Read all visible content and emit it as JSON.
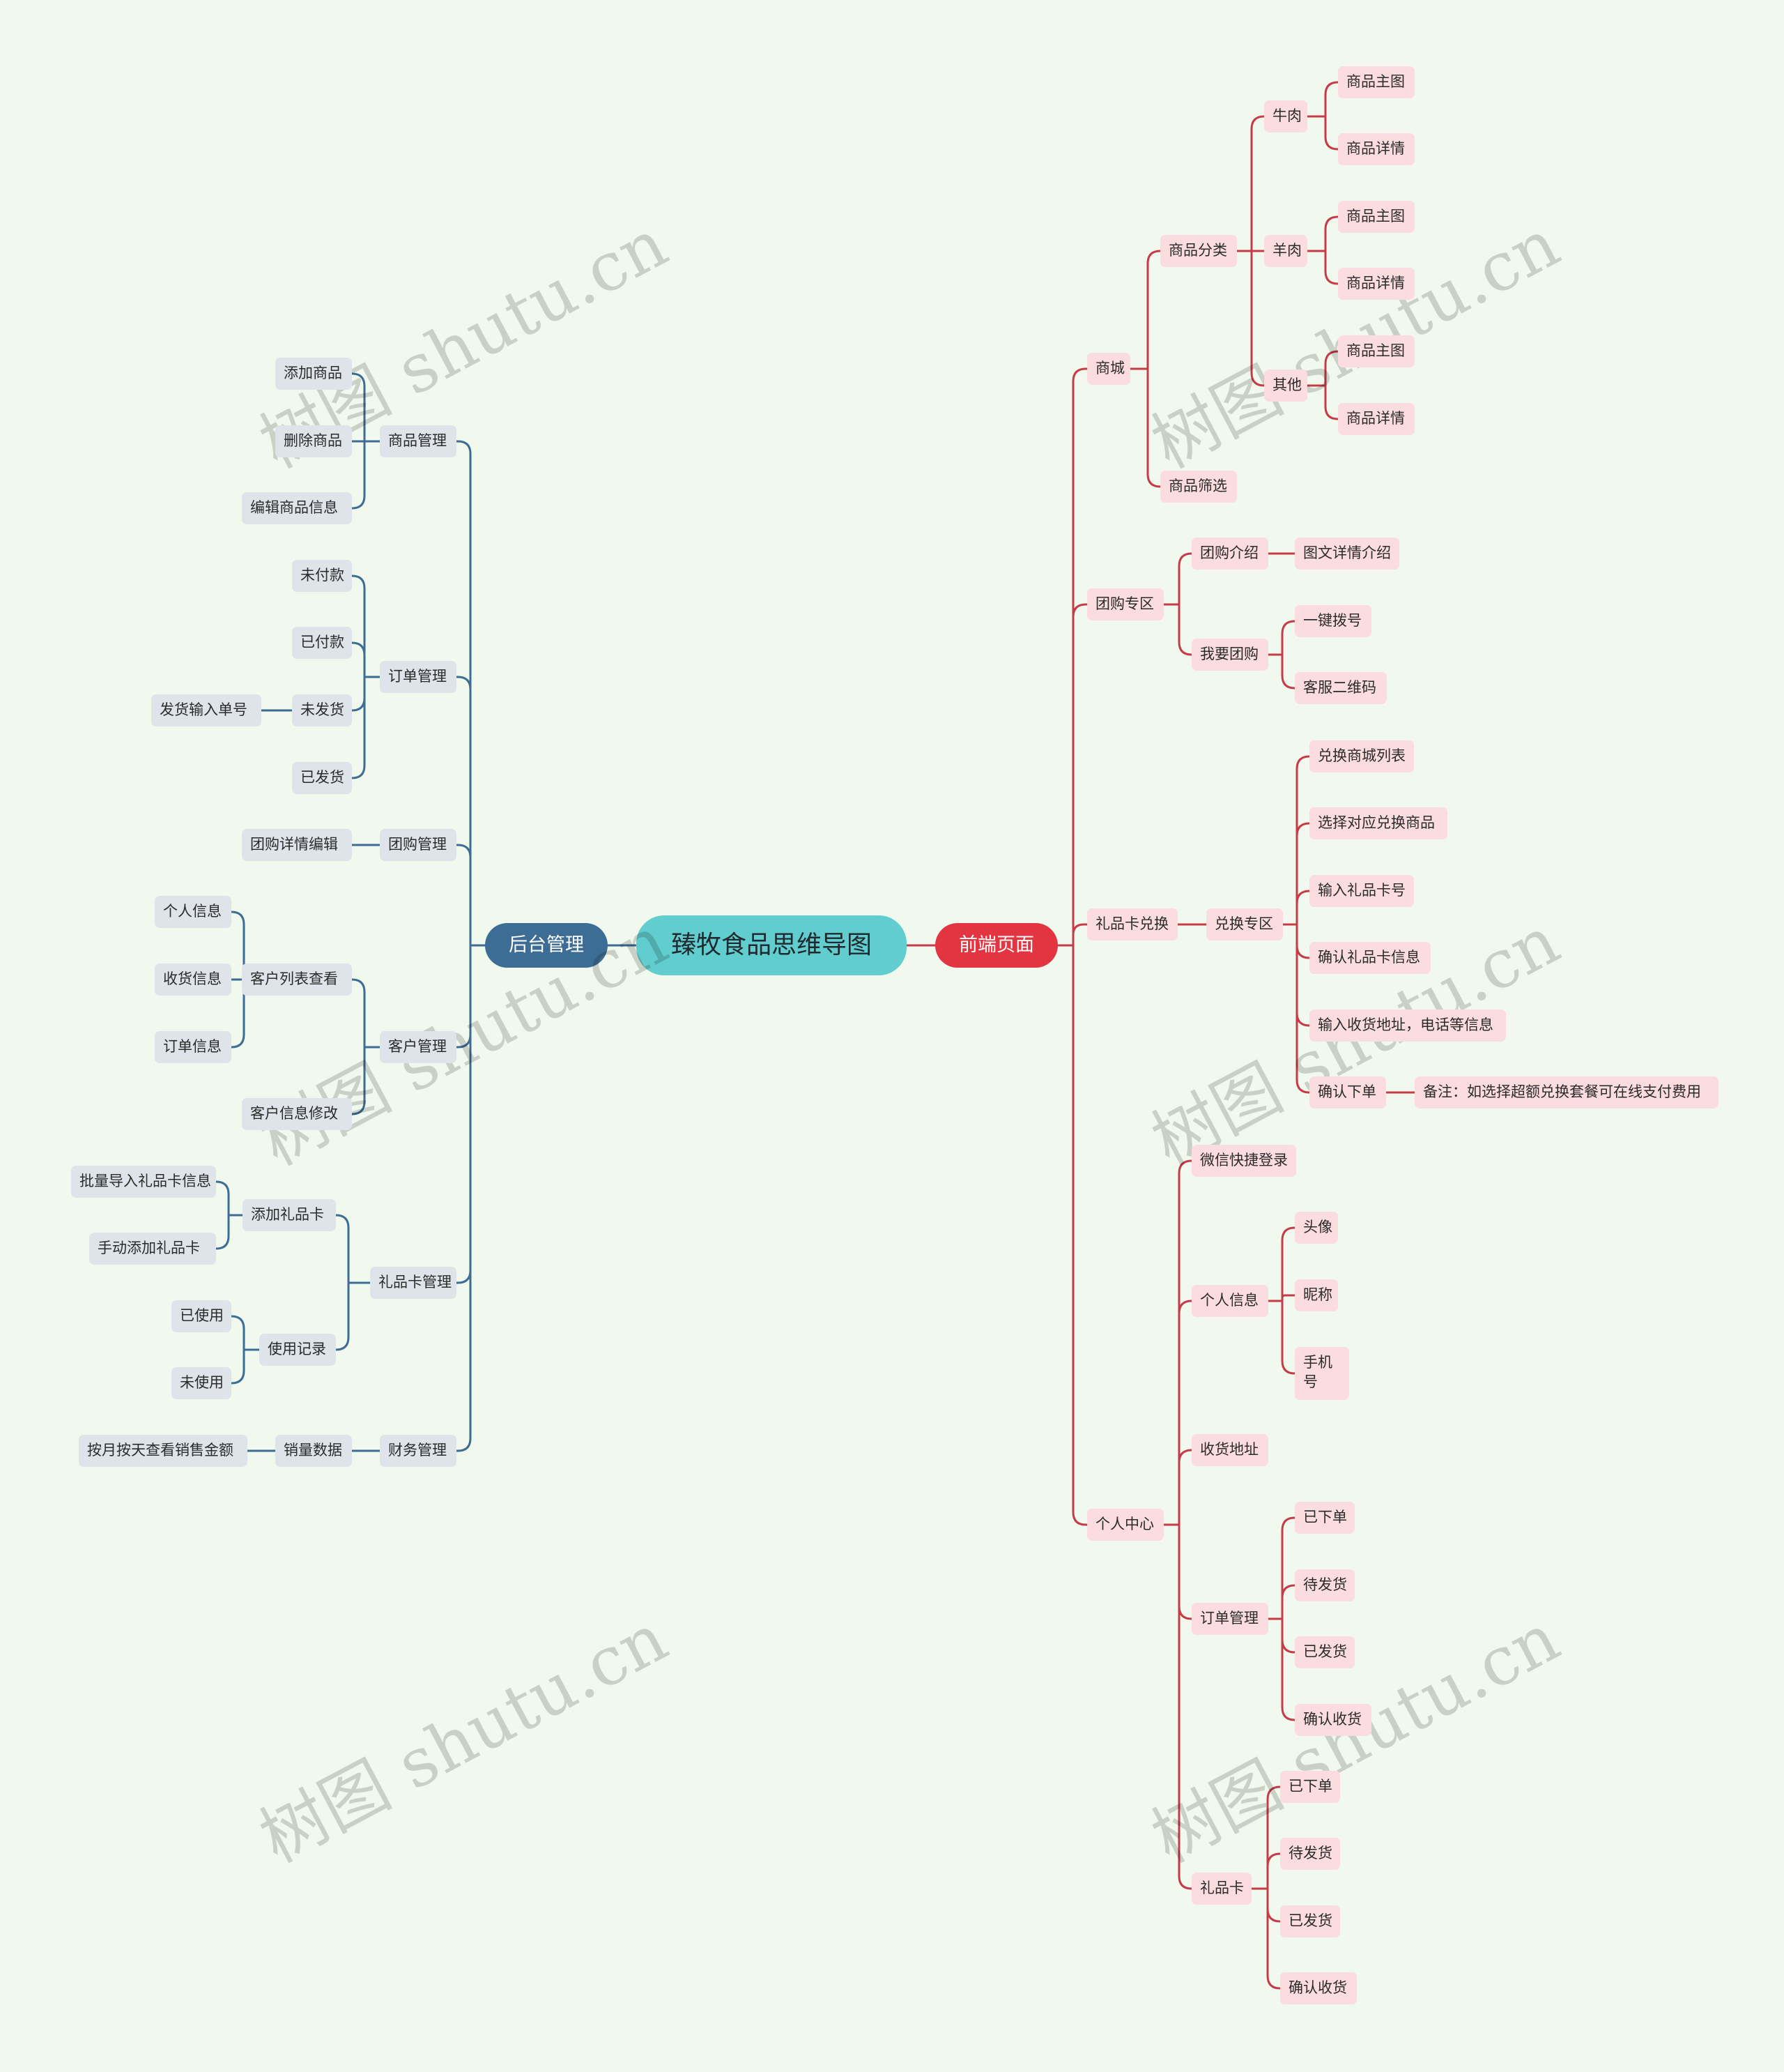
{
  "title": "臻牧食品思维导图",
  "colors": {
    "background": "#f1f9ee",
    "right_line": "#c63b48",
    "left_line": "#3d6d95",
    "center": "#61cdce",
    "right_branch": "#e23441",
    "left_branch": "#3d6d95",
    "right_node": "#fbdcdf",
    "left_node": "#dfe4ea"
  },
  "watermark": "树图 shutu.cn",
  "branches": {
    "right": {
      "label": "前端页面",
      "children": [
        {
          "label": "商城",
          "children": [
            {
              "label": "商品分类",
              "children": [
                {
                  "label": "牛肉",
                  "children": [
                    {
                      "label": "商品主图"
                    },
                    {
                      "label": "商品详情"
                    }
                  ]
                },
                {
                  "label": "羊肉",
                  "children": [
                    {
                      "label": "商品主图"
                    },
                    {
                      "label": "商品详情"
                    }
                  ]
                },
                {
                  "label": "其他",
                  "children": [
                    {
                      "label": "商品主图"
                    },
                    {
                      "label": "商品详情"
                    }
                  ]
                }
              ]
            },
            {
              "label": "商品筛选"
            }
          ]
        },
        {
          "label": "团购专区",
          "children": [
            {
              "label": "团购介绍",
              "children": [
                {
                  "label": "图文详情介绍"
                }
              ]
            },
            {
              "label": "我要团购",
              "children": [
                {
                  "label": "一键拨号"
                },
                {
                  "label": "客服二维码"
                }
              ]
            }
          ]
        },
        {
          "label": "礼品卡兑换",
          "children": [
            {
              "label": "兑换专区",
              "children": [
                {
                  "label": "兑换商城列表"
                },
                {
                  "label": "选择对应兑换商品"
                },
                {
                  "label": "输入礼品卡号"
                },
                {
                  "label": "确认礼品卡信息"
                },
                {
                  "label": "输入收货地址，电话等信息"
                },
                {
                  "label": "确认下单",
                  "children": [
                    {
                      "label": "备注：如选择超额兑换套餐可在线支付费用"
                    }
                  ]
                }
              ]
            }
          ]
        },
        {
          "label": "个人中心",
          "children": [
            {
              "label": "微信快捷登录"
            },
            {
              "label": "个人信息",
              "children": [
                {
                  "label": "头像"
                },
                {
                  "label": "昵称"
                },
                {
                  "label": "手机号"
                }
              ]
            },
            {
              "label": "收货地址"
            },
            {
              "label": "订单管理",
              "children": [
                {
                  "label": "已下单"
                },
                {
                  "label": "待发货"
                },
                {
                  "label": "已发货"
                },
                {
                  "label": "确认收货"
                }
              ]
            },
            {
              "label": "礼品卡",
              "children": [
                {
                  "label": "已下单"
                },
                {
                  "label": "待发货"
                },
                {
                  "label": "已发货"
                },
                {
                  "label": "确认收货"
                }
              ]
            }
          ]
        }
      ]
    },
    "left": {
      "label": "后台管理",
      "children": [
        {
          "label": "商品管理",
          "children": [
            {
              "label": "添加商品"
            },
            {
              "label": "删除商品"
            },
            {
              "label": "编辑商品信息"
            }
          ]
        },
        {
          "label": "订单管理",
          "children": [
            {
              "label": "未付款"
            },
            {
              "label": "已付款"
            },
            {
              "label": "未发货",
              "children": [
                {
                  "label": "发货输入单号"
                }
              ]
            },
            {
              "label": "已发货"
            }
          ]
        },
        {
          "label": "团购管理",
          "children": [
            {
              "label": "团购详情编辑"
            }
          ]
        },
        {
          "label": "客户管理",
          "children": [
            {
              "label": "客户列表查看",
              "children": [
                {
                  "label": "个人信息"
                },
                {
                  "label": "收货信息"
                },
                {
                  "label": "订单信息"
                }
              ]
            },
            {
              "label": "客户信息修改"
            }
          ]
        },
        {
          "label": "礼品卡管理",
          "children": [
            {
              "label": "添加礼品卡",
              "children": [
                {
                  "label": "批量导入礼品卡信息"
                },
                {
                  "label": "手动添加礼品卡"
                }
              ]
            },
            {
              "label": "使用记录",
              "children": [
                {
                  "label": "已使用"
                },
                {
                  "label": "未使用"
                }
              ]
            }
          ]
        },
        {
          "label": "财务管理",
          "children": [
            {
              "label": "销量数据",
              "children": [
                {
                  "label": "按月按天查看销售金额"
                }
              ]
            }
          ]
        }
      ]
    }
  }
}
